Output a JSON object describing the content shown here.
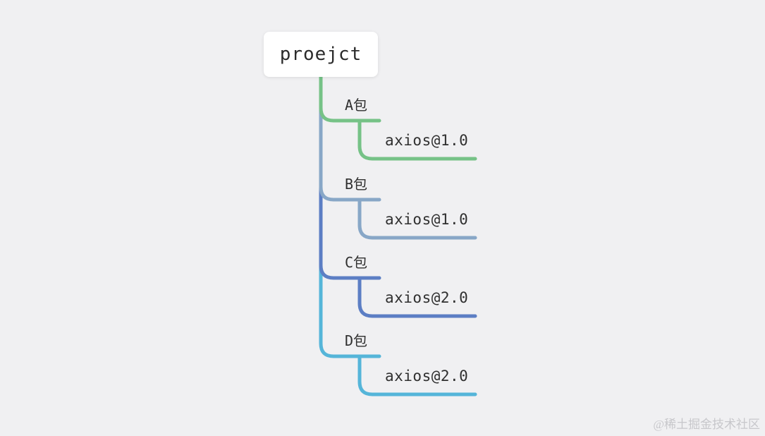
{
  "background_color": "#f0f0f2",
  "root": {
    "label": "proejct",
    "text_color": "#2b2b2b",
    "box_color": "#ffffff"
  },
  "branches": [
    {
      "label": "A包",
      "color": "#76c287",
      "child": {
        "label": "axios@1.0"
      }
    },
    {
      "label": "B包",
      "color": "#88a7c7",
      "child": {
        "label": "axios@1.0"
      }
    },
    {
      "label": "C包",
      "color": "#5c7ec4",
      "child": {
        "label": "axios@2.0"
      }
    },
    {
      "label": "D包",
      "color": "#55b5d9",
      "child": {
        "label": "axios@2.0"
      }
    }
  ],
  "watermark": {
    "text": "@稀土掘金技术社区",
    "color": "#c7c7cb"
  }
}
